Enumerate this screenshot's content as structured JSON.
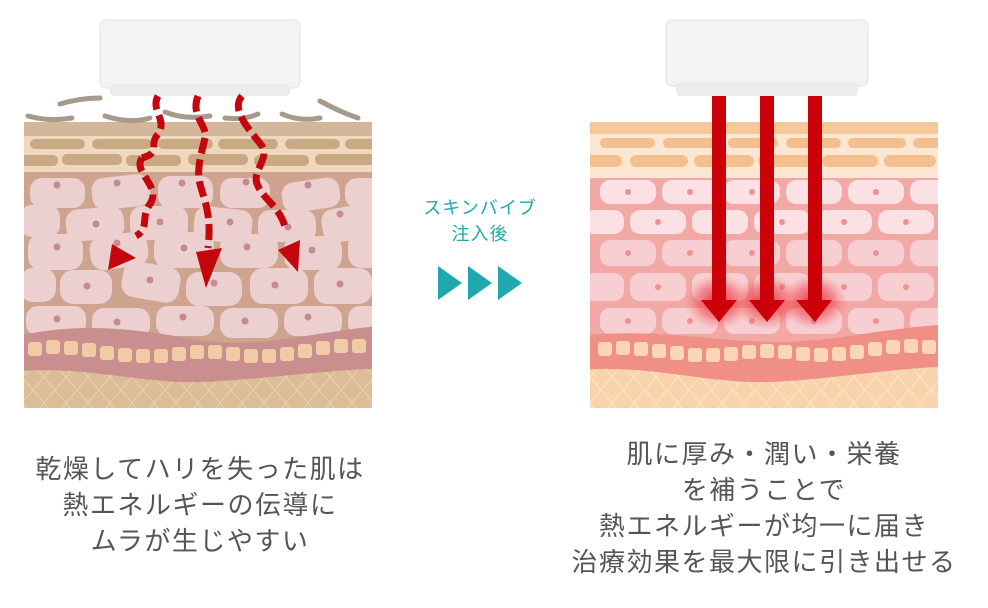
{
  "middle": {
    "label_lines": [
      "スキンバイブ",
      "注入後"
    ],
    "arrow_count": 3,
    "accent_color": "#1fa9ae"
  },
  "before": {
    "caption_lines": [
      "乾燥してハリを失った肌は",
      "熱エネルギーの伝導に",
      "ムラが生じやすい"
    ],
    "colors": {
      "device": "#f3f3f2",
      "flakes": "#a89a8b",
      "stratum": "#d4b79a",
      "granular_bg": "#efd8bd",
      "granular_cells": "#c9a884",
      "spinous_bg": "#cfa48e",
      "cells": "#eccfcf",
      "nucleus": "#c58b92",
      "basal_band": "#c98e8e",
      "basal_cells": "#f1cba5",
      "dermis": "#dcbd98",
      "heat_arrow": "#c4060d"
    }
  },
  "after": {
    "caption_lines": [
      "肌に厚み・潤い・栄養",
      "を補うことで",
      "熱エネルギーが均一に届き",
      "治療効果を最大限に引き出せる"
    ],
    "colors": {
      "device": "#f3f3f2",
      "stratum": "#f5c79b",
      "granular_bg": "#fde6d2",
      "granular_cells": "#f4bf8f",
      "spinous_bg": "#f2a9a5",
      "cells": "#fbe0e4",
      "nucleus": "#ee9290",
      "basal_band": "#ef8f86",
      "basal_cells": "#fbd6b4",
      "dermis": "#f9d3ac",
      "heat_arrow": "#cc0008"
    }
  }
}
